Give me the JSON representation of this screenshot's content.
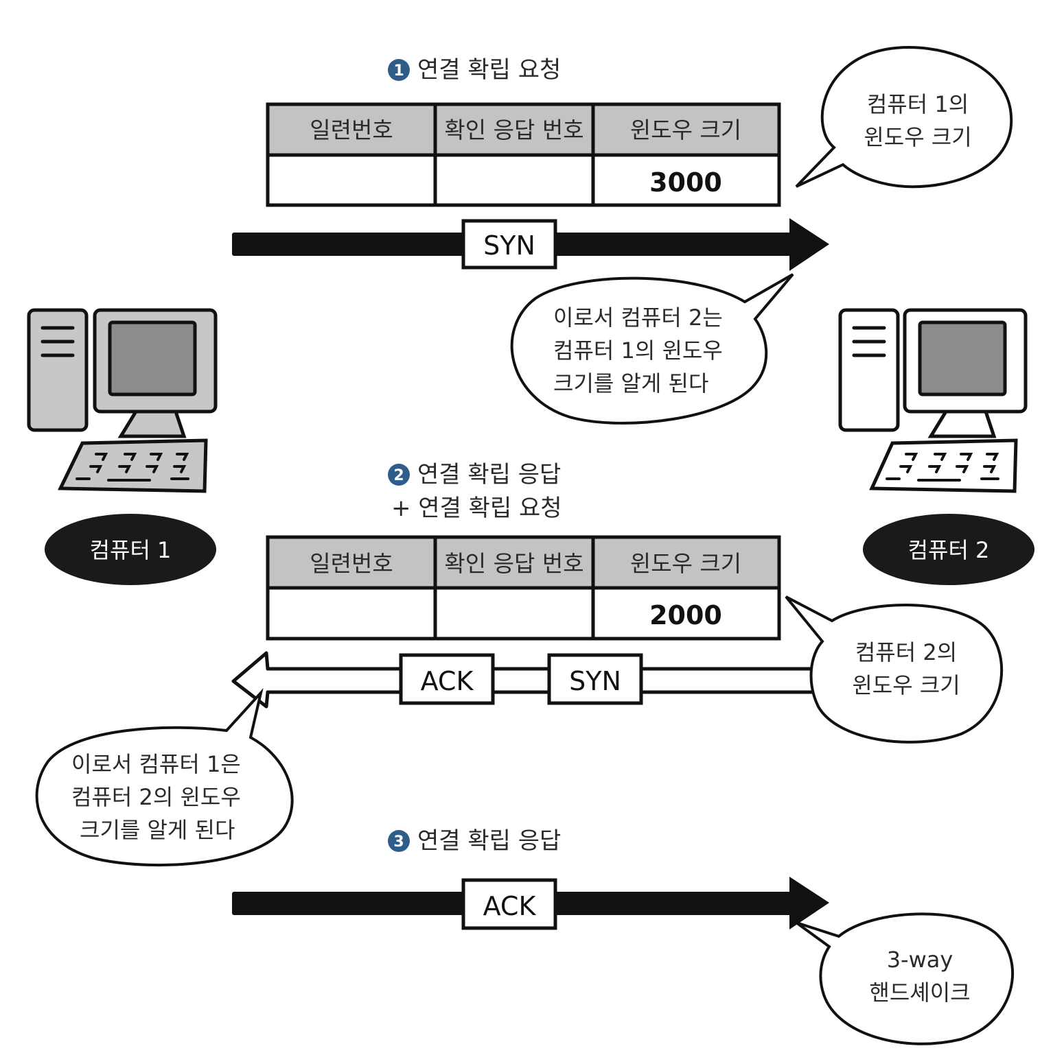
{
  "steps": [
    {
      "number": "1",
      "label": "연결 확립 요청"
    },
    {
      "number": "2",
      "label": "연결 확립 응답",
      "label2": "+ 연결 확립 요청"
    },
    {
      "number": "3",
      "label": "연결 확립 응답"
    }
  ],
  "tables": [
    {
      "headers": [
        "일련번호",
        "확인 응답 번호",
        "윈도우 크기"
      ],
      "window_value": "3000"
    },
    {
      "headers": [
        "일련번호",
        "확인 응답 번호",
        "윈도우 크기"
      ],
      "window_value": "2000"
    }
  ],
  "flags": {
    "syn1": "SYN",
    "ack2": "ACK",
    "syn2": "SYN",
    "ack3": "ACK"
  },
  "bubbles": {
    "c1_window": [
      "컴퓨터 1의",
      "윈도우 크기"
    ],
    "c2_learns": [
      "이로서 컴퓨터 2는",
      "컴퓨터 1의 윈도우",
      "크기를 알게 된다"
    ],
    "c2_window": [
      "컴퓨터 2의",
      "윈도우 크기"
    ],
    "c1_learns": [
      "이로서 컴퓨터 1은",
      "컴퓨터 2의 윈도우",
      "크기를 알게 된다"
    ],
    "handshake": [
      "3-way",
      "핸드셰이크"
    ]
  },
  "computers": {
    "left_label": "컴퓨터 1",
    "right_label": "컴퓨터 2"
  },
  "colors": {
    "step_badge": "#2f5d8a",
    "header_fill": "#c3c3c6",
    "monitor_body": "#c7c7ca",
    "screen": "#8c8c8f",
    "label_fill": "#1a1a1a"
  }
}
